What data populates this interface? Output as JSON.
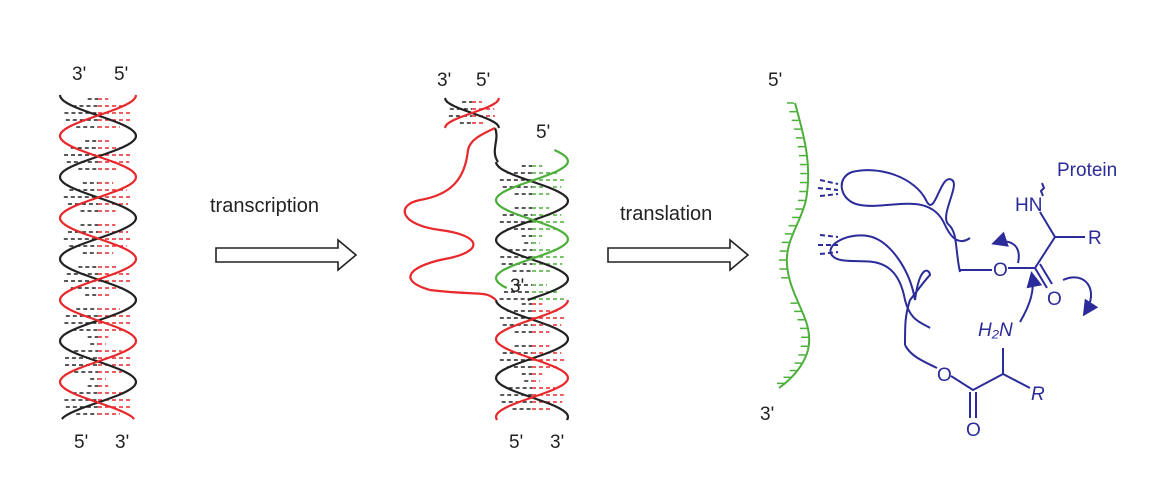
{
  "colors": {
    "template_strand": "#222222",
    "coding_strand": "#e8282b",
    "rna": "#4caf3a",
    "trna_chemistry": "#2b2b9a"
  },
  "dna": {
    "top_left": "3'",
    "top_right": "5'",
    "bottom_left": "5'",
    "bottom_right": "3'"
  },
  "transcription_step": {
    "arrow_label": "transcription",
    "top_left": "3'",
    "top_right": "5'",
    "rna_start": "5'",
    "rna_end": "3'",
    "bottom_left": "5'",
    "bottom_right": "3'"
  },
  "translation_step": {
    "arrow_label": "translation",
    "mrna_top": "5'",
    "mrna_bottom": "3'",
    "protein": "Protein",
    "hn": "HN",
    "r_upper": "R",
    "o_ester_upper": "O",
    "o_carbonyl_upper": "O",
    "amine": "H₂N",
    "o_ester_lower": "O",
    "r_lower": "R",
    "o_carbonyl_lower": "O"
  }
}
